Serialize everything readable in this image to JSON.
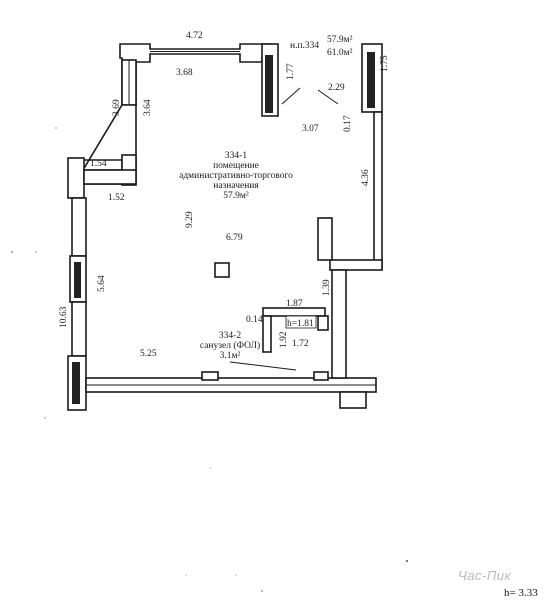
{
  "header": {
    "apartment": "н.п.334",
    "area_main": "57.9м²",
    "area_total": "61.0м²"
  },
  "rooms": {
    "main": {
      "number": "334-1",
      "line1": "помещение",
      "line2": "административно-торгового",
      "line3": "назначения",
      "area": "57.9м²"
    },
    "bath": {
      "number": "334-2",
      "name": "санузел (ФОЛ)",
      "area": "3.1м²"
    }
  },
  "dimensions": {
    "top_outer": "4.72",
    "top_inner": "3.68",
    "upper_left_outer": "3.69",
    "upper_left_inner": "3.64",
    "step_outer": "1.54",
    "step_inner": "1.52",
    "right_upper_v": "1.77",
    "right_upper_top": "1.75",
    "door_width": "2.29",
    "door_offset": "0.17",
    "right_inner_h": "3.07",
    "right_vertical": "4.36",
    "center_vertical": "9.29",
    "center_horizontal": "6.79",
    "left_outer": "10.63",
    "left_inner": "5.64",
    "right_lower_v": "1.39",
    "bath_top": "1.87",
    "bath_small": "0.14",
    "bath_vertical": "1.92",
    "bath_height_label": "h=1.81",
    "bath_bottom": "1.72",
    "bottom": "5.25"
  },
  "ceiling_height": "h= 3.33",
  "watermark": "Час-Пик"
}
